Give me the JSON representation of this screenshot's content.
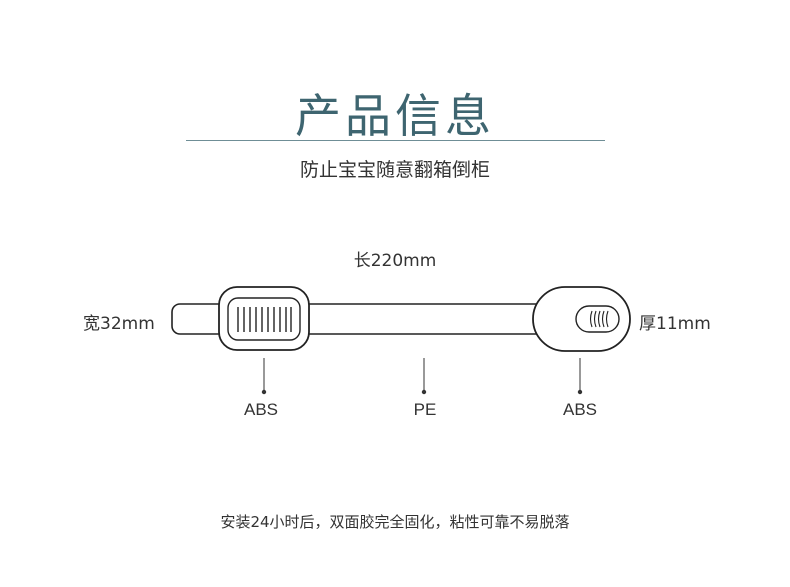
{
  "header": {
    "title": "产品信息",
    "subtitle": "防止宝宝随意翻箱倒柜"
  },
  "dimensions": {
    "length": "长220mm",
    "width": "宽32mm",
    "thickness": "厚11mm"
  },
  "materials": {
    "left": "ABS",
    "middle": "PE",
    "right": "ABS"
  },
  "footer": {
    "note": "安装24小时后，双面胶完全固化，粘性可靠不易脱落"
  }
}
